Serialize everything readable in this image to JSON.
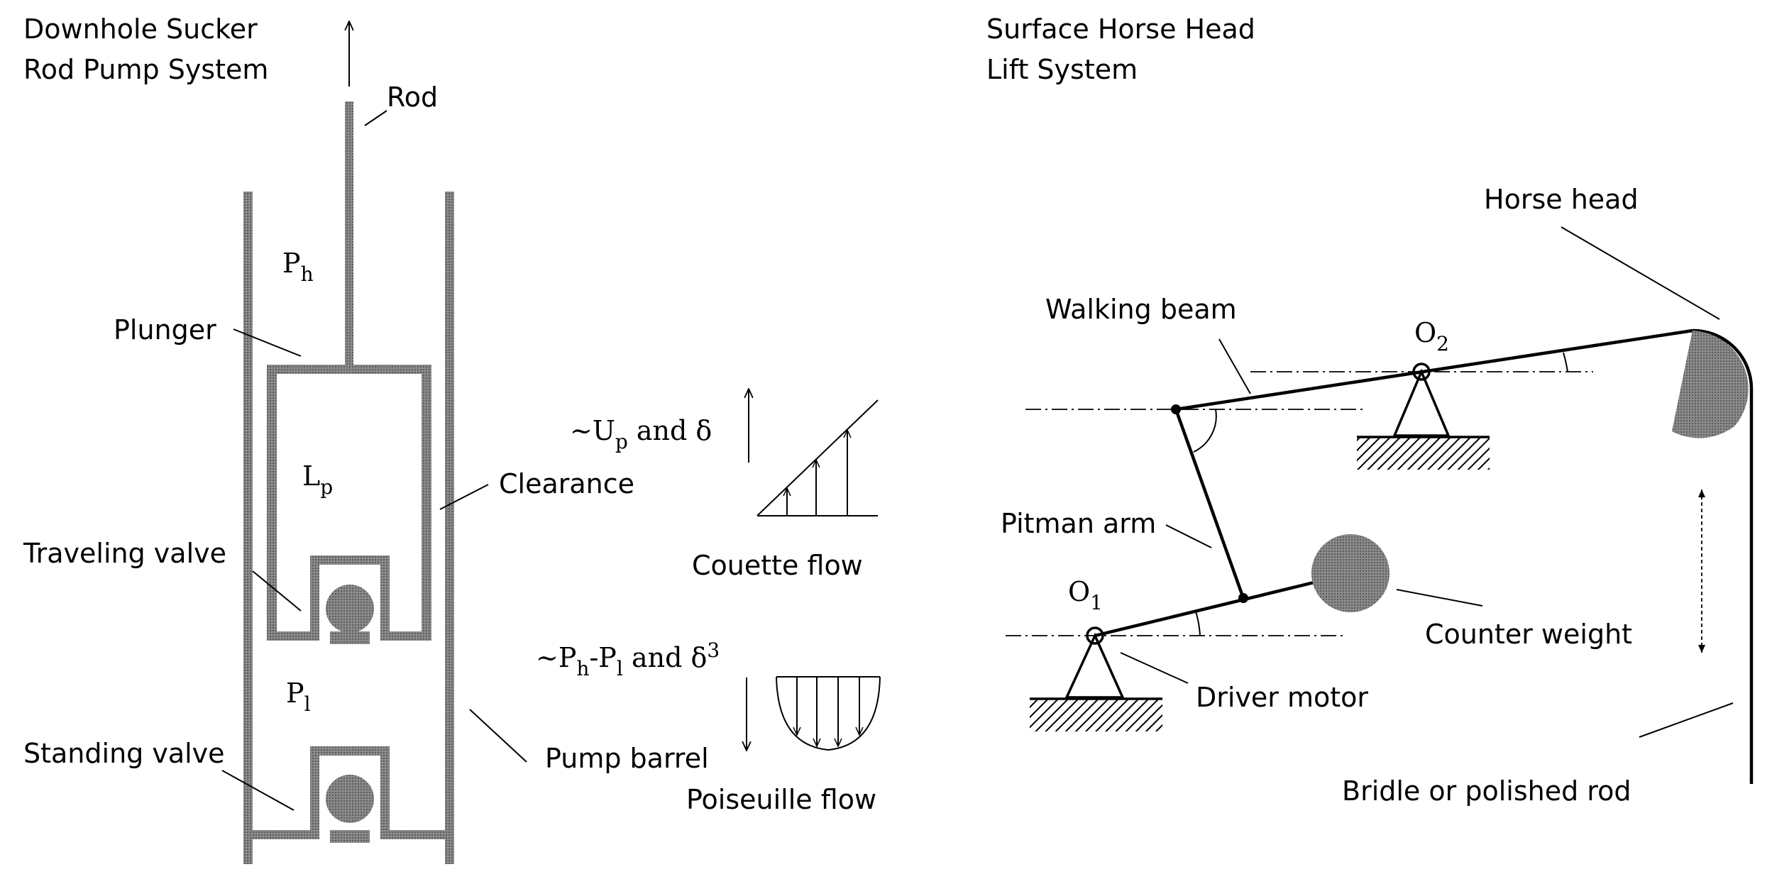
{
  "left_panel": {
    "title_line1": "Downhole Sucker",
    "title_line2": "Rod Pump System",
    "rod_label": "Rod",
    "ph_base": "P",
    "ph_sub": "h",
    "plunger_label": "Plunger",
    "lp_base": "L",
    "lp_sub": "p",
    "clearance_label": "Clearance",
    "traveling_valve_label": "Traveling valve",
    "pl_base": "P",
    "pl_sub": "l",
    "standing_valve_label": "Standing valve",
    "pump_barrel_label": "Pump barrel"
  },
  "flow_panel": {
    "couette_formula": {
      "prefix": "~U",
      "sub": "p",
      "suffix": " and δ"
    },
    "couette_label": "Couette flow",
    "poiseuille_formula": {
      "prefix": "~P",
      "sub1": "h",
      "mid": "-P",
      "sub2": "l",
      "suffix": " and δ",
      "sup": "3"
    },
    "poiseuille_label": "Poiseuille flow"
  },
  "right_panel": {
    "title_line1": "Surface Horse Head",
    "title_line2": "Lift System",
    "horse_head_label": "Horse head",
    "walking_beam_label": "Walking beam",
    "o2_base": "O",
    "o2_sub": "2",
    "pitman_arm_label": "Pitman arm",
    "o1_base": "O",
    "o1_sub": "1",
    "counter_weight_label": "Counter weight",
    "driver_motor_label": "Driver motor",
    "bridle_label": "Bridle or polished rod"
  }
}
